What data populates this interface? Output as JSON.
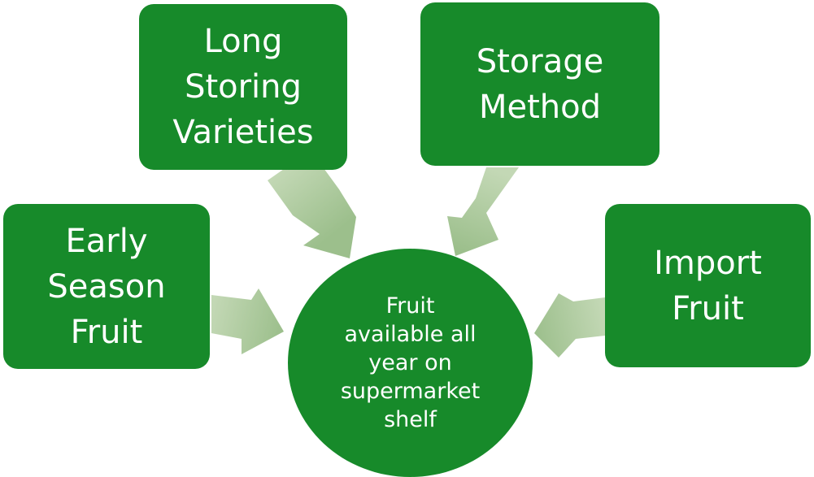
{
  "diagram": {
    "center": {
      "label": "Fruit\navailable all\nyear on\nsupermarket\nshelf"
    },
    "sources": [
      {
        "label": "Long\nStoring\nVarieties"
      },
      {
        "label": "Storage\nMethod"
      },
      {
        "label": "Early\nSeason\nFruit"
      },
      {
        "label": "Import\nFruit"
      }
    ]
  },
  "colors": {
    "box_fill": "#178a2a",
    "text": "#ffffff",
    "arrow_light": "#c3d8b5",
    "arrow_dark": "#9cbf8c"
  }
}
